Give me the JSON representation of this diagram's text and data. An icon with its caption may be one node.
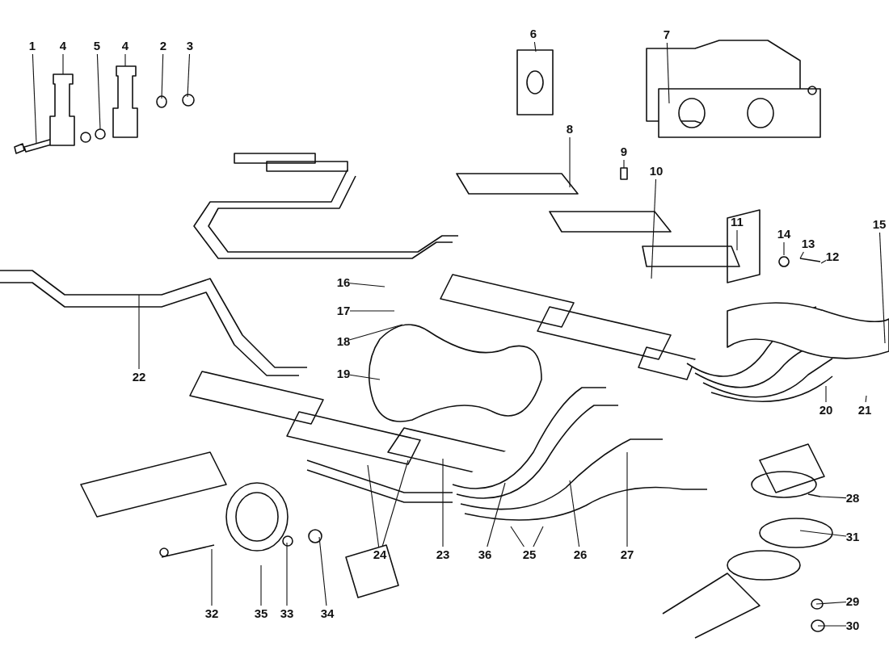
{
  "diagram": {
    "nodes": [
      {
        "text": [
          "1"
        ]
      },
      {
        "text": [
          "4"
        ]
      },
      {
        "text": [
          "5"
        ]
      },
      {
        "text": [
          "4"
        ]
      },
      {
        "text": [
          "2"
        ]
      },
      {
        "text": [
          "3"
        ]
      },
      {
        "text": [
          "6"
        ]
      },
      {
        "text": [
          "7"
        ]
      },
      {
        "text": [
          "8"
        ]
      },
      {
        "text": [
          "9"
        ]
      },
      {
        "text": [
          "10"
        ]
      },
      {
        "text": [
          "11"
        ]
      },
      {
        "text": [
          "14"
        ]
      },
      {
        "text": [
          "13"
        ]
      },
      {
        "text": [
          "12"
        ]
      },
      {
        "text": [
          "15"
        ]
      },
      {
        "text": [
          "16"
        ]
      },
      {
        "text": [
          "17"
        ]
      },
      {
        "text": [
          "18"
        ]
      },
      {
        "text": [
          "19"
        ]
      },
      {
        "text": [
          "22"
        ]
      },
      {
        "text": [
          "20"
        ]
      },
      {
        "text": [
          "21"
        ]
      },
      {
        "text": [
          "28"
        ]
      },
      {
        "text": [
          "31"
        ]
      },
      {
        "text": [
          "24"
        ]
      },
      {
        "text": [
          "23"
        ]
      },
      {
        "text": [
          "36"
        ]
      },
      {
        "text": [
          "25"
        ]
      },
      {
        "text": [
          "26"
        ]
      },
      {
        "text": [
          "27"
        ]
      },
      {
        "text": [
          "29"
        ]
      },
      {
        "text": [
          "32"
        ]
      },
      {
        "text": [
          "35"
        ]
      },
      {
        "text": [
          "33"
        ]
      },
      {
        "text": [
          "34"
        ]
      },
      {
        "text": [
          "30"
        ]
      }
    ],
    "edges": [
      {
        "from": 0,
        "to": null,
        "arrow": "none"
      },
      {
        "from": 1,
        "to": null,
        "arrow": "none"
      },
      {
        "from": 2,
        "to": null,
        "arrow": "none"
      },
      {
        "from": 3,
        "to": null,
        "arrow": "none"
      },
      {
        "from": 4,
        "to": null,
        "arrow": "none"
      },
      {
        "from": 5,
        "to": null,
        "arrow": "none"
      },
      {
        "from": 6,
        "to": null,
        "arrow": "none"
      },
      {
        "from": 7,
        "to": null,
        "arrow": "none"
      },
      {
        "from": 8,
        "to": null,
        "arrow": "none"
      },
      {
        "from": 9,
        "to": null,
        "arrow": "none"
      },
      {
        "from": 10,
        "to": null,
        "arrow": "none"
      },
      {
        "from": 11,
        "to": null,
        "arrow": "none"
      },
      {
        "from": 12,
        "to": null,
        "arrow": "none"
      },
      {
        "from": 13,
        "to": null,
        "arrow": "none"
      },
      {
        "from": 14,
        "to": null,
        "arrow": "none"
      },
      {
        "from": 15,
        "to": null,
        "arrow": "none"
      },
      {
        "from": 16,
        "to": null,
        "arrow": "none"
      },
      {
        "from": 17,
        "to": null,
        "arrow": "none"
      },
      {
        "from": 18,
        "to": null,
        "arrow": "none"
      },
      {
        "from": 19,
        "to": null,
        "arrow": "none"
      },
      {
        "from": 20,
        "to": null,
        "arrow": "none"
      },
      {
        "from": 21,
        "to": null,
        "arrow": "none"
      },
      {
        "from": 22,
        "to": null,
        "arrow": "none"
      },
      {
        "from": 23,
        "to": null,
        "arrow": "none"
      },
      {
        "from": 24,
        "to": null,
        "arrow": "none"
      },
      {
        "from": 25,
        "to": null,
        "arrow": "none"
      },
      {
        "from": 25,
        "to": null,
        "arrow": "none"
      },
      {
        "from": 26,
        "to": null,
        "arrow": "none"
      },
      {
        "from": 27,
        "to": null,
        "arrow": "none"
      },
      {
        "from": 28,
        "to": null,
        "arrow": "none"
      },
      {
        "from": 28,
        "to": null,
        "arrow": "none"
      },
      {
        "from": 29,
        "to": null,
        "arrow": "none"
      },
      {
        "from": 30,
        "to": null,
        "arrow": "none"
      },
      {
        "from": 31,
        "to": null,
        "arrow": "none"
      },
      {
        "from": 32,
        "to": null,
        "arrow": "none"
      },
      {
        "from": 33,
        "to": null,
        "arrow": "none"
      },
      {
        "from": 34,
        "to": null,
        "arrow": "none"
      },
      {
        "from": 35,
        "to": null,
        "arrow": "none"
      },
      {
        "from": 36,
        "to": null,
        "arrow": "none"
      }
    ]
  }
}
